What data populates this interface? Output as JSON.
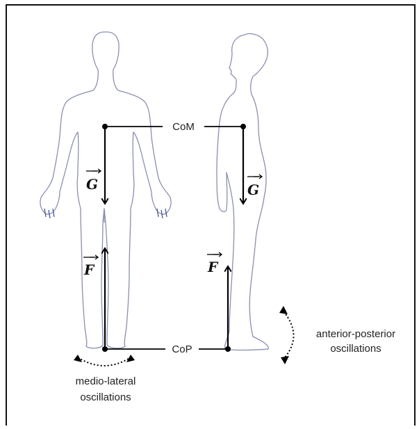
{
  "labels": {
    "com": "CoM",
    "cop": "CoP",
    "gravity_vector": "G",
    "force_vector": "F",
    "ml_line1": "medio-lateral",
    "ml_line2": "oscillations",
    "ap_line1": "anterior-posterior",
    "ap_line2": "oscillations"
  },
  "colors": {
    "body_outline": "#8a8fb0",
    "hand_detail": "#3a4a9a",
    "force_arrows": "#000000"
  },
  "figures": [
    "front-view-human-figure",
    "side-view-human-figure"
  ]
}
